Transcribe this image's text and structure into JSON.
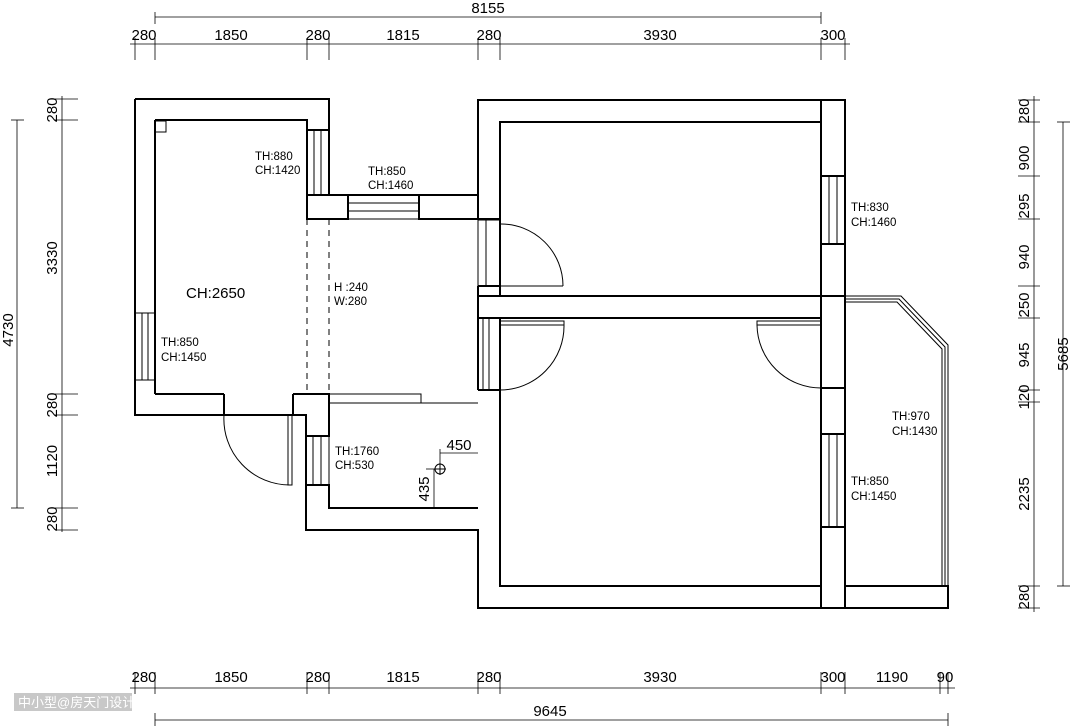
{
  "dimensions": {
    "top_total": "8155",
    "top": [
      "280",
      "1850",
      "280",
      "1815",
      "280",
      "3930",
      "300"
    ],
    "bottom": [
      "280",
      "1850",
      "280",
      "1815",
      "280",
      "3930",
      "300",
      "1190",
      "90"
    ],
    "bottom_total": "9645",
    "left": [
      "280",
      "3330",
      "280",
      "1120",
      "280"
    ],
    "left_total": "4730",
    "right": [
      "280",
      "900",
      "295",
      "940",
      "250",
      "945",
      "120",
      "2235",
      "280"
    ],
    "right_total": "5685",
    "offset_x": "450",
    "offset_y": "435"
  },
  "labels": {
    "win1_th": "TH:880",
    "win1_ch": "CH:1420",
    "win2_th": "TH:850",
    "win2_ch": "CH:1460",
    "win3_th": "TH:830",
    "win3_ch": "CH:1460",
    "room_ch": "CH:2650",
    "beam_h": "H :240",
    "beam_w": "W:280",
    "win4_th": "TH:850",
    "win4_ch": "CH:1450",
    "win5_th": "TH:1760",
    "win5_ch": "CH:530",
    "win6_th": "TH:970",
    "win6_ch": "CH:1430",
    "win7_th": "TH:850",
    "win7_ch": "CH:1450"
  },
  "watermark": "中小型@房天门设计"
}
